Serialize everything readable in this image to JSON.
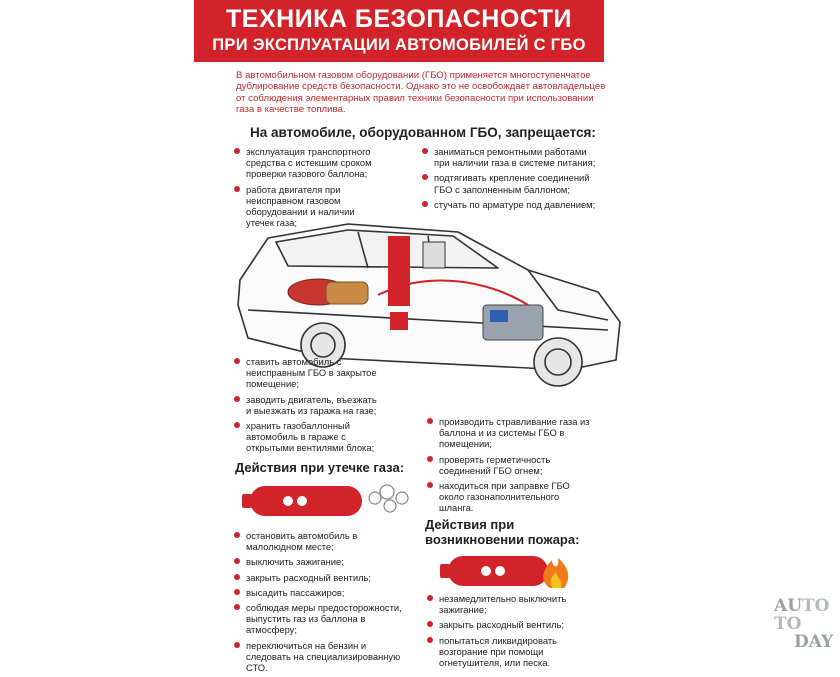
{
  "header": {
    "title": "ТЕХНИКА БЕЗОПАСНОСТИ",
    "subtitle": "ПРИ ЭКСПЛУАТАЦИИ АВТОМОБИЛЕЙ С ГБО"
  },
  "intro": "В автомобильном газовом оборудовании (ГБО) применяется многоступенчатое дублирование средств безопасности. Однако это не освобождает автовладельцев от соблюдения элементарных правил техники безопасности при использовании газа в качестве топлива.",
  "prohibited": {
    "heading": "На автомобиле, оборудованном ГБО, запрещается:",
    "left_top": [
      "эксплуатация транспортного средства с истекшим сроком проверки газового баллона;",
      "работа двигателя при неисправном газовом оборудовании и наличии утечек газа;"
    ],
    "right_top": [
      "заниматься ремонтными работами при наличии газа в системе питания;",
      "подтягивать крепление соединений ГБО с заполненным баллоном;",
      "стучать по арматуре под давлением;"
    ],
    "left_bottom": [
      "ставить автомобиль с неисправным ГБО в закрытое помещение;",
      "заводить двигатель, въезжать и выезжать из гаража на газе;",
      "хранить газобаллонный автомобиль в гараже с открытыми вентилями блока;"
    ],
    "right_bottom": [
      "производить стравливание газа из баллона и из системы ГБО в помещении;",
      "проверять герметичность соединений ГБО огнем;",
      "находиться при заправке ГБО около газонаполнительного шланга."
    ]
  },
  "leak": {
    "heading": "Действия при утечке газа:",
    "items": [
      "остановить автомобиль в малолюдном месте;",
      "выключить зажигание;",
      "закрыть расходный вентиль;",
      "высадить пассажиров;",
      "соблюдая меры предосторожности, выпустить газ из баллона в атмосферу;",
      "переключиться на бензин и следовать на специализированную СТО."
    ]
  },
  "fire": {
    "heading_line1": "Действия при",
    "heading_line2": "возникновении пожара:",
    "items": [
      "незамедлительно выключить зажигание;",
      "закрыть расходный вентиль;",
      "попытаться ликвидировать возгорание при помощи огнетушителя, или песка."
    ]
  },
  "watermark": {
    "l1": "AU",
    "l2": "TO",
    "l3": "TO",
    "l4": "DAY"
  },
  "colors": {
    "accent": "#d2232a",
    "text": "#222222"
  }
}
